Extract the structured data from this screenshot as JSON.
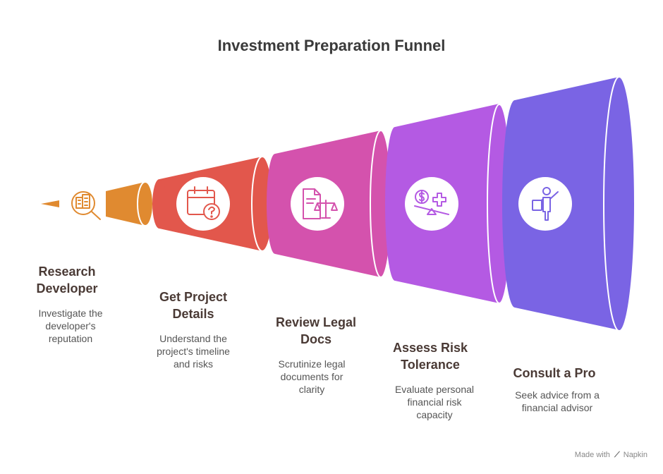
{
  "title": "Investment Preparation Funnel",
  "steps": [
    {
      "title_line1": "Research",
      "title_line2": "Developer",
      "desc_lines": [
        "Investigate the",
        "developer's",
        "reputation"
      ],
      "icon": "search-building-icon",
      "color": "#e08a30"
    },
    {
      "title_line1": "Get Project",
      "title_line2": "Details",
      "desc_lines": [
        "Understand the",
        "project's timeline",
        "and risks"
      ],
      "icon": "calendar-question-icon",
      "color": "#e2574c"
    },
    {
      "title_line1": "Review Legal",
      "title_line2": "Docs",
      "desc_lines": [
        "Scrutinize legal",
        "documents for",
        "clarity"
      ],
      "icon": "legal-document-icon",
      "color": "#d452ad"
    },
    {
      "title_line1": "Assess Risk",
      "title_line2": "Tolerance",
      "desc_lines": [
        "Evaluate personal",
        "financial risk",
        "capacity"
      ],
      "icon": "risk-balance-icon",
      "color": "#b45ae3"
    },
    {
      "title_line1": "Consult a Pro",
      "title_line2": "",
      "desc_lines": [
        "Seek advice from a",
        "financial advisor"
      ],
      "icon": "advisor-icon",
      "color": "#7a64e4"
    }
  ],
  "footer": {
    "made_with": "Made with",
    "brand": "Napkin"
  }
}
